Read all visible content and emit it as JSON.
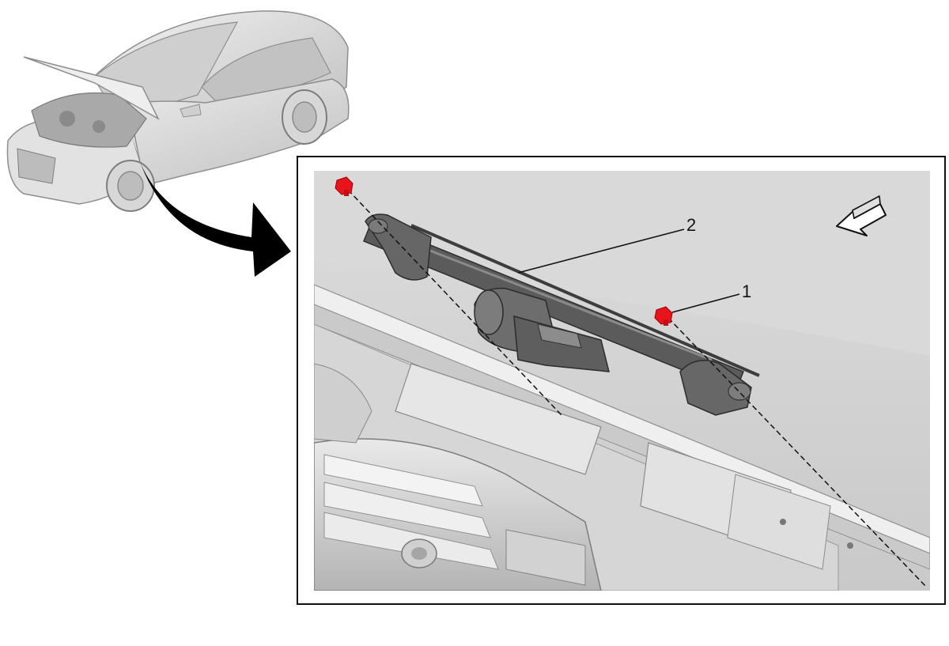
{
  "diagram": {
    "callouts": [
      {
        "id": "1",
        "label": "1",
        "part": "fastener"
      },
      {
        "id": "2",
        "label": "2",
        "part": "wiper-transmission-assembly"
      }
    ],
    "icons": {
      "vehicle": "car-hood-open-icon",
      "pointer": "curved-arrow-icon",
      "orientation": "front-direction-arrow-icon",
      "fastener": "bolt-icon"
    },
    "colors": {
      "fastener": "#e8141c",
      "frame": "#111111",
      "panel": "#d2d2d2",
      "line": "#222222"
    }
  }
}
